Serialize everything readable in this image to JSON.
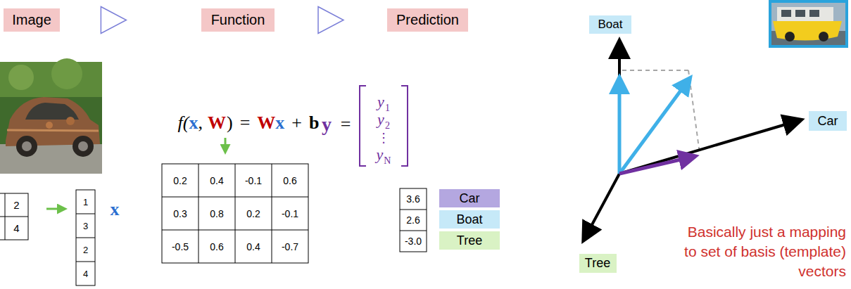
{
  "diagram": {
    "nodes": [
      {
        "text": [
          "Image"
        ]
      },
      {
        "text": [
          "Function"
        ]
      },
      {
        "text": [
          "Prediction"
        ]
      },
      {
        "text": [
          "Boat"
        ]
      },
      {
        "text": [
          "Car"
        ]
      },
      {
        "text": [
          "Boat"
        ]
      },
      {
        "text": [
          "Tree"
        ]
      },
      {
        "text": [
          "Car"
        ]
      },
      {
        "text": [
          "Tree"
        ]
      }
    ],
    "edges": [
      {
        "from": 0,
        "to": 1,
        "arrow": "to"
      },
      {
        "from": 1,
        "to": 2,
        "arrow": "to"
      }
    ],
    "labels": [
      "2",
      "4",
      "1",
      "3",
      "2",
      "4",
      "x",
      "f(",
      "x",
      ",",
      "W",
      ")",
      "=",
      "W",
      "x",
      "+",
      "b",
      "0.2",
      "0.4",
      "-0.1",
      "0.6",
      "0.3",
      "0.8",
      "0.2",
      "-0.1",
      "-0.5",
      "0.6",
      "0.4",
      "-0.7",
      "y",
      "=",
      "y",
      "1",
      "y",
      "2",
      "⋮",
      "y",
      "N",
      "3.6",
      "2.6",
      "-3.0",
      "Basically just a mapping to set of basis (template) vectors"
    ]
  }
}
